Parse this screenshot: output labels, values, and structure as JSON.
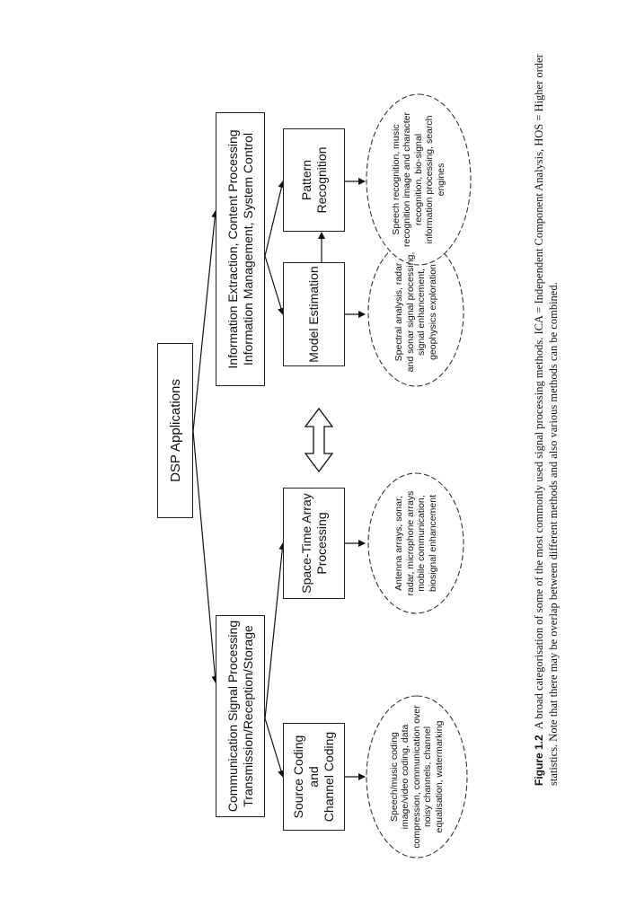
{
  "diagram": {
    "root": "DSP Applications",
    "comm": [
      "Communication Signal Processing",
      "Transmission/Reception/Storage"
    ],
    "info": [
      "Information Extraction, Content Processing",
      "Information Management, System Control"
    ],
    "source": [
      "Source Coding and",
      "Channel Coding"
    ],
    "spacetime": [
      "Space-Time Array",
      "Processing"
    ],
    "model": "Model Estimation",
    "pattern": "Pattern Recognition",
    "source_apps": [
      "Speech/music coding",
      "image/video coding, data",
      "compression, communication over",
      "noisy channels, channel",
      "equalisation, watermarking"
    ],
    "spacetime_apps": [
      "Antenna arrays, sonar,",
      "radar, microphone arrays",
      "mobile communication,",
      "biosignal enhancement"
    ],
    "model_apps": [
      "Spectral analysis, radar",
      "and sonar signal processing,",
      "signal enhancement,",
      "geophysics exploration"
    ],
    "pattern_apps": [
      "Speech recognition, music",
      "recognition image and character",
      "recognition, bio-signal",
      "information processing, search",
      "engines"
    ]
  },
  "caption": {
    "label": "Figure 1.2",
    "text": "A broad categorisation of some of the most commonly used signal processing methods. ICA = Independent Component Analysis, HOS = Higher order statistics. Note that there may be overlap between different methods and also various methods can be combined."
  }
}
